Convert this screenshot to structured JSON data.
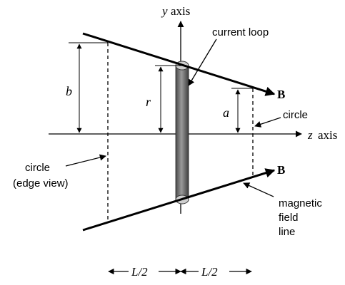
{
  "labels": {
    "y_axis_var": "y",
    "y_axis_word": "axis",
    "z_axis_var": "z",
    "z_axis_word": "axis",
    "current_loop": "current loop",
    "field_upper": "B",
    "field_lower": "B",
    "circle_right": "circle",
    "circle_left_line1": "circle",
    "circle_left_line2": "(edge view)",
    "dim_b": "b",
    "dim_r": "r",
    "dim_a": "a",
    "field_line_1": "magnetic",
    "field_line_2": "field",
    "field_line_3": "line",
    "half_length_left": "L/2",
    "half_length_right": "L/2"
  },
  "colors": {
    "ink": "#000000",
    "loop_fill": "#6a6a6a",
    "loop_cap": "#cfcfcf"
  }
}
